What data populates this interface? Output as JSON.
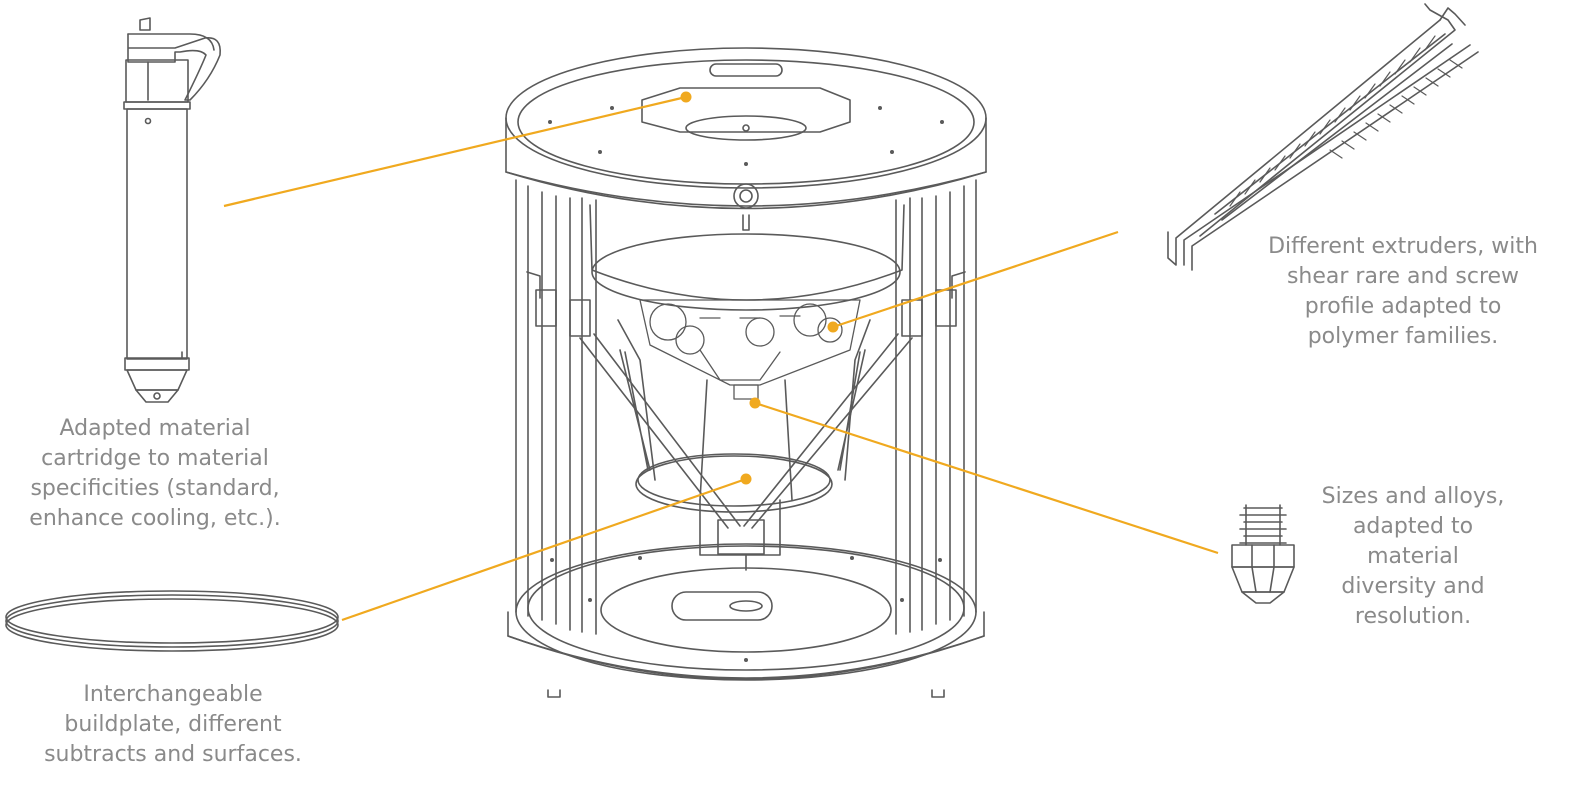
{
  "colors": {
    "callout_line": "#f0a91f",
    "callout_dot": "#f0a91f",
    "drawing_stroke": "#5a5a5a",
    "caption_text": "#8a8a8a"
  },
  "callouts": {
    "cartridge": {
      "icon": "material-cartridge-icon",
      "lines": [
        "Adapted material",
        "cartridge to material",
        "specificities (standard,",
        "enhance cooling, etc.)."
      ]
    },
    "buildplate": {
      "icon": "buildplate-ring-icon",
      "lines": [
        "Interchangeable",
        "buildplate, different",
        "subtracts and surfaces."
      ]
    },
    "extruder": {
      "icon": "extruder-screw-icon",
      "lines": [
        "Different extruders, with",
        "shear rare and screw",
        "profile adapted to",
        "polymer families."
      ]
    },
    "nozzle": {
      "icon": "nozzle-icon",
      "lines": [
        "Sizes and alloys,",
        "adapted to",
        "material",
        "diversity and",
        "resolution."
      ]
    }
  },
  "printer": {
    "icon": "delta-3d-printer-icon"
  }
}
